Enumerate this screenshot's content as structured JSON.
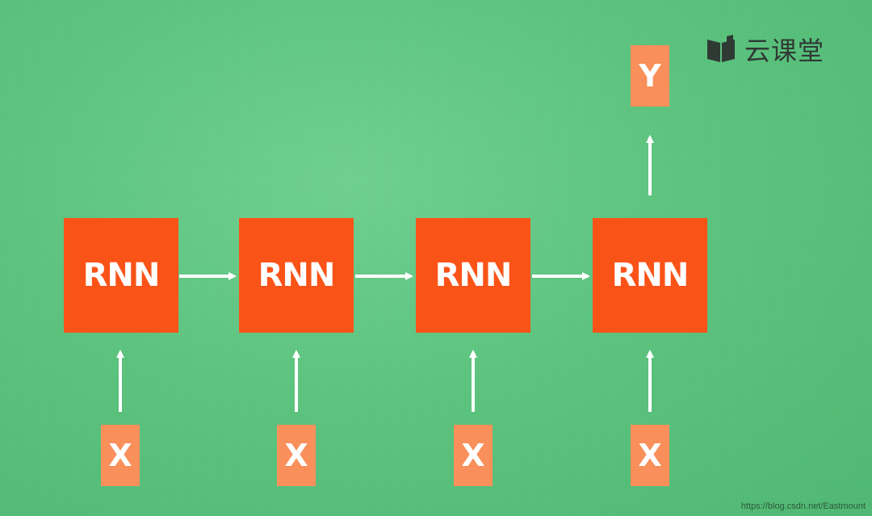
{
  "logo": {
    "text": "云课堂",
    "icon": "book-icon",
    "color": "#2f3a35"
  },
  "diagram": {
    "rnn_cells": [
      {
        "label": "RNN"
      },
      {
        "label": "RNN"
      },
      {
        "label": "RNN"
      },
      {
        "label": "RNN"
      }
    ],
    "inputs": [
      {
        "label": "X"
      },
      {
        "label": "X"
      },
      {
        "label": "X"
      },
      {
        "label": "X"
      }
    ],
    "output": {
      "label": "Y"
    }
  },
  "colors": {
    "background": "#5cc47f",
    "rnn_box": "#fa5318",
    "io_box": "#f98f5a",
    "arrow": "#ffffff"
  },
  "watermark": "https://blog.csdn.net/Eastmount"
}
